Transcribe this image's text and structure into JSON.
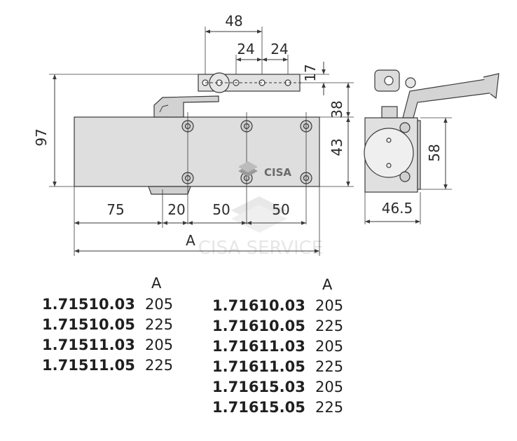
{
  "drawing": {
    "brand_label": "CISA",
    "watermark": "CISA SERVICE",
    "dimensions": {
      "top_width": "48",
      "top_half_left": "24",
      "top_half_right": "24",
      "arm_height": "17",
      "total_height": "97",
      "upper_height": "38",
      "body_height": "43",
      "side_height": "58",
      "side_depth": "46.5",
      "bottom_75": "75",
      "bottom_20": "20",
      "bottom_50a": "50",
      "bottom_50b": "50",
      "length": "A"
    }
  },
  "tables": {
    "left": {
      "header": "A",
      "rows": [
        {
          "code": "1.71510.03",
          "value": "205"
        },
        {
          "code": "1.71510.05",
          "value": "225"
        },
        {
          "code": "1.71511.03",
          "value": "205"
        },
        {
          "code": "1.71511.05",
          "value": "225"
        }
      ]
    },
    "right": {
      "header": "A",
      "rows": [
        {
          "code": "1.71610.03",
          "value": "205"
        },
        {
          "code": "1.71610.05",
          "value": "225"
        },
        {
          "code": "1.71611.03",
          "value": "205"
        },
        {
          "code": "1.71611.05",
          "value": "225"
        },
        {
          "code": "1.71615.03",
          "value": "205"
        },
        {
          "code": "1.71615.05",
          "value": "225"
        }
      ]
    }
  }
}
